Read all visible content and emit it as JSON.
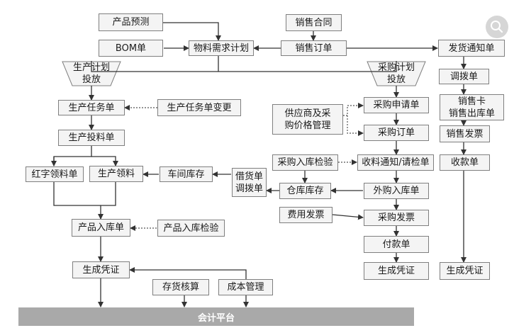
{
  "nodes": {
    "forecast": "产品预测",
    "sales_contract": "销售合同",
    "bom": "BOM单",
    "mrp": "物料需求计划",
    "sales_order": "销售订单",
    "delivery_notice": "发货通知单",
    "production_plan": "生产计划\n投放",
    "purchase_plan": "采购计划\n投放",
    "transfer_order": "调拨单",
    "sales_card": "销售卡\n销售出库单",
    "production_task": "生产任务单",
    "production_task_change": "生产任务单变更",
    "supplier_mgmt": "供应商及采\n购价格管理",
    "purchase_request": "采购申请单",
    "purchase_order": "采购订单",
    "sales_invoice": "销售发票",
    "production_issue": "生产投料单",
    "purchase_inbound_inspection": "采购入库检验",
    "receipt_notice": "收料通知/请检单",
    "receipt_bill": "收款单",
    "red_requisition": "红字领料单",
    "production_requisition": "生产领料",
    "workshop_stock": "车间库存",
    "borrow_transfer": "借货单\n调拨单",
    "warehouse_stock": "仓库库存",
    "outsourced_inbound": "外购入库单",
    "expense_invoice": "费用发票",
    "purchase_invoice": "采购发票",
    "product_inbound": "产品入库单",
    "product_inbound_inspection": "产品入库检验",
    "payment_bill": "付款单",
    "voucher_left": "生成凭证",
    "voucher_mid": "生成凭证",
    "voucher_right": "生成凭证",
    "inventory_accounting": "存货核算",
    "cost_management": "成本管理"
  },
  "platform_label": "会计平台",
  "colors": {
    "node_fill": "#f4f4f4",
    "node_border": "#7f7f7f",
    "arrow": "#333333",
    "platform_fill": "#a9a9a9",
    "platform_text": "#ffffff"
  },
  "icons": {
    "corner": "search-icon"
  }
}
